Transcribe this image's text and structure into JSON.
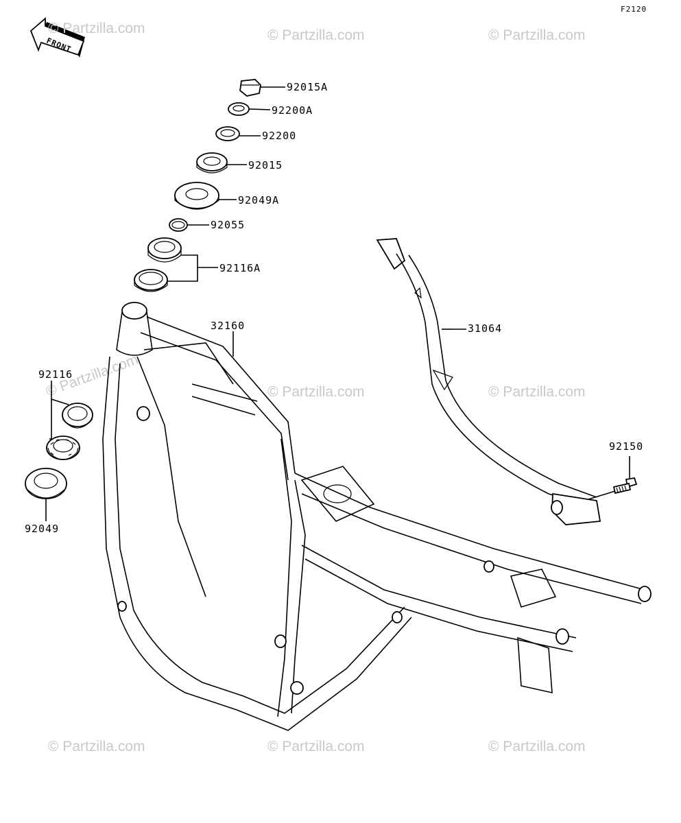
{
  "figure_code": "F2120",
  "front_arrow": {
    "label": "FRONT",
    "icon": "front-arrow-icon"
  },
  "watermark": "© Partzilla.com",
  "callouts": [
    {
      "id": "c1",
      "part_number": "92015A"
    },
    {
      "id": "c2",
      "part_number": "92200A"
    },
    {
      "id": "c3",
      "part_number": "92200"
    },
    {
      "id": "c4",
      "part_number": "92015"
    },
    {
      "id": "c5",
      "part_number": "92049A"
    },
    {
      "id": "c6",
      "part_number": "92055"
    },
    {
      "id": "c7",
      "part_number": "92116A"
    },
    {
      "id": "c8",
      "part_number": "32160"
    },
    {
      "id": "c9",
      "part_number": "31064"
    },
    {
      "id": "c10",
      "part_number": "92116"
    },
    {
      "id": "c11",
      "part_number": "92049"
    },
    {
      "id": "c12",
      "part_number": "92150"
    }
  ]
}
